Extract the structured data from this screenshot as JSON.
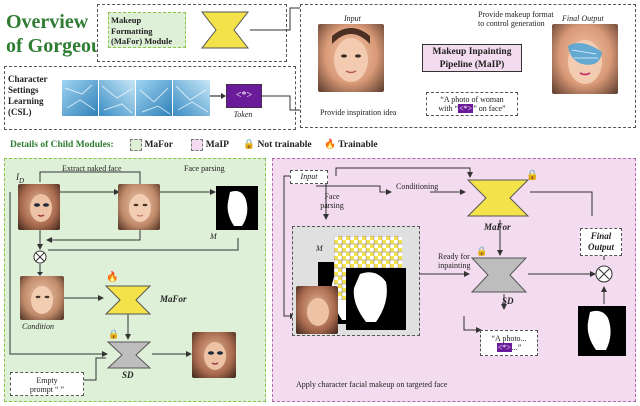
{
  "header": {
    "title_line1": "Overview",
    "title_line2": "of Gorgeous"
  },
  "mafor_module": {
    "label": "Makeup Formatting (MaFor) Module"
  },
  "top_pipeline": {
    "input_label": "Input",
    "final_output_label": "Final Output",
    "maip_label": "Makeup Inpainting Pipeline (MaIP)",
    "provide_format_text": "Provide makeup format to control generation",
    "provide_inspiration_text": "Provide inspiration idea",
    "prompt_text": "“A photo of woman with “<*>” on face”",
    "prompt_line1": "“A photo of woman",
    "prompt_line2_pre": "with “",
    "prompt_token": "<*>",
    "prompt_line2_post": "” on face”"
  },
  "csl": {
    "label": "Character Settings Learning (CSL)",
    "token_symbol": "<*>",
    "token_label": "Token"
  },
  "legend": {
    "title": "Details of Child Modules:",
    "items": [
      {
        "label": "MaFor",
        "color": "#dff0d8"
      },
      {
        "label": "MaIP",
        "color": "#f3dcf0"
      },
      {
        "label": "Not trainable",
        "icon": "lock-icon"
      },
      {
        "label": "Trainable",
        "icon": "flame-icon"
      }
    ]
  },
  "left_panel": {
    "id_label": "I",
    "id_sub": "D",
    "extract_label": "Extract naked face",
    "face_parsing_label": "Face parsing",
    "m_label": "M",
    "condition_label": "Condition",
    "mafor_label": "MaFor",
    "sd_label": "SD",
    "empty_prompt_line1": "Empty",
    "empty_prompt_line2": "prompt  “ ”"
  },
  "right_panel": {
    "input_label": "Input",
    "face_parsing_label_1": "Face",
    "face_parsing_label_2": "parsing",
    "conditioning_label": "Conditioning",
    "mafor_label": "MaFor",
    "m_label": "M",
    "ready_line1": "Ready for",
    "ready_line2": "inpainting",
    "sd_label": "SD",
    "final_output_line1": "Final",
    "final_output_line2": "Output",
    "prompt_line1": "“A photo...",
    "prompt_token": "<*>",
    "prompt_line2_post": "...”",
    "caption": "Apply character facial makeup on targeted face"
  },
  "colors": {
    "title_green": "#2e7d32",
    "mafor_bg": "#dff0d8",
    "maip_bg": "#f3dcf0",
    "token_purple": "#6a1b9a",
    "funnel_yellow": "#f3e24a",
    "funnel_gray": "#bdbdbd",
    "ice_blue": "#4aa3d8"
  }
}
